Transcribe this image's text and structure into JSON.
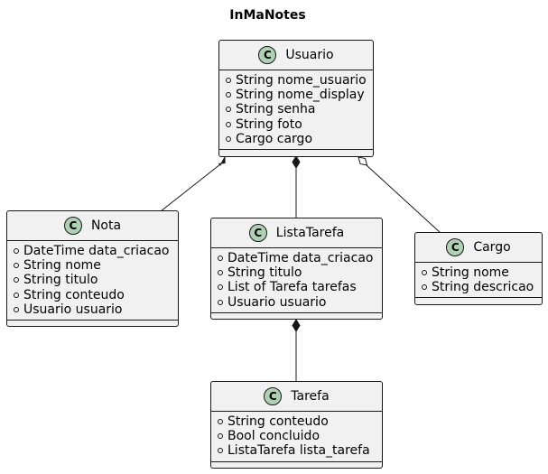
{
  "diagram": {
    "title": "InMaNotes",
    "classes": {
      "usuario": {
        "badge": "C",
        "name": "Usuario",
        "attrs": [
          "String nome_usuario",
          "String nome_display",
          "String senha",
          "String foto",
          "Cargo cargo"
        ]
      },
      "nota": {
        "badge": "C",
        "name": "Nota",
        "attrs": [
          "DateTime data_criacao",
          "String nome",
          "String titulo",
          "String conteudo",
          "Usuario usuario"
        ]
      },
      "listatarefa": {
        "badge": "C",
        "name": "ListaTarefa",
        "attrs": [
          "DateTime data_criacao",
          "String titulo",
          "List of Tarefa tarefas",
          "Usuario usuario"
        ]
      },
      "cargo": {
        "badge": "C",
        "name": "Cargo",
        "attrs": [
          "String nome",
          "String descricao"
        ]
      },
      "tarefa": {
        "badge": "C",
        "name": "Tarefa",
        "attrs": [
          "String conteudo",
          "Bool concluido",
          "ListaTarefa lista_tarefa"
        ]
      }
    },
    "relations": [
      {
        "from": "Usuario",
        "to": "Nota",
        "kind": "composition"
      },
      {
        "from": "Usuario",
        "to": "ListaTarefa",
        "kind": "composition"
      },
      {
        "from": "Usuario",
        "to": "Cargo",
        "kind": "aggregation"
      },
      {
        "from": "ListaTarefa",
        "to": "Tarefa",
        "kind": "composition"
      }
    ],
    "colors": {
      "class_fill": "#f1f1f1",
      "badge_fill": "#add1b2",
      "stroke": "#181818"
    }
  }
}
